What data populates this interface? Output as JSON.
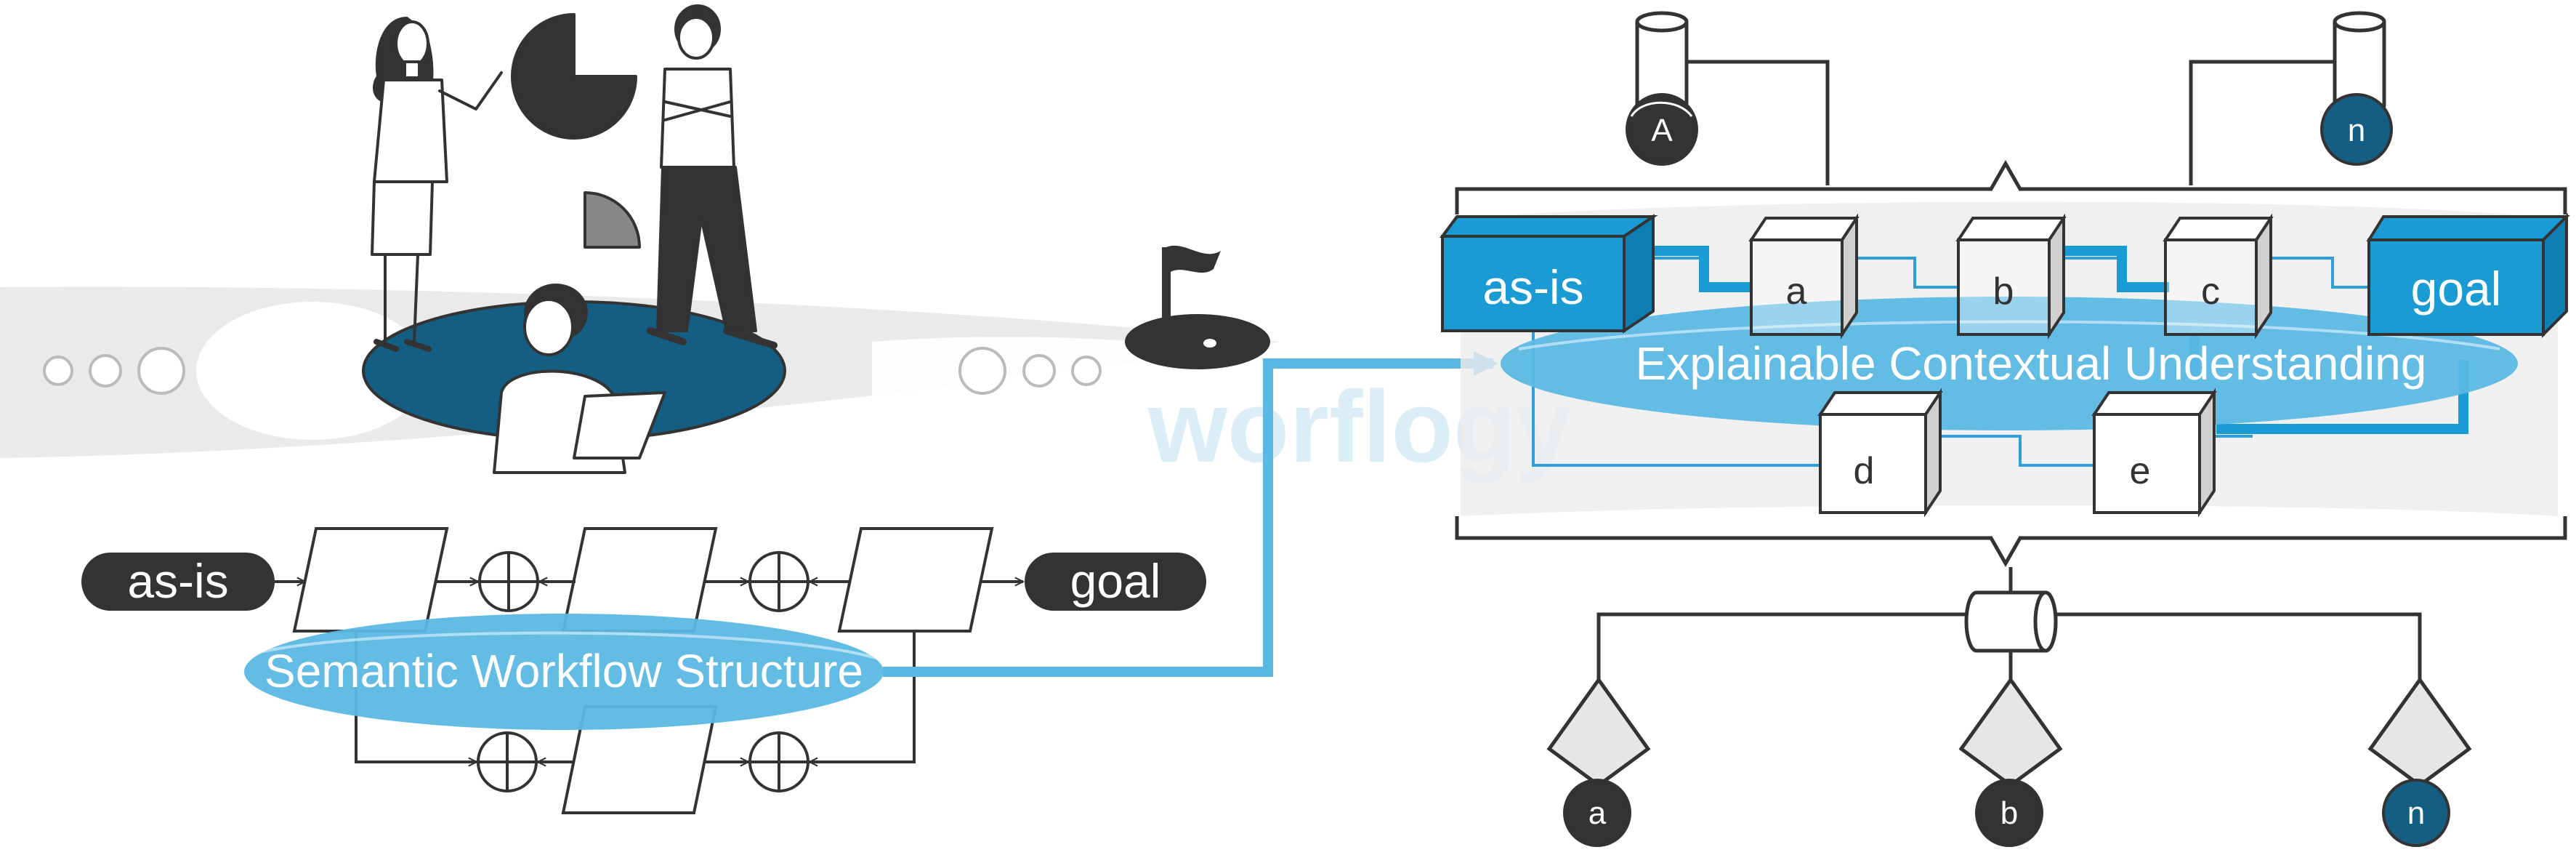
{
  "colors": {
    "dark": "#333333",
    "accent_blue": "#5bb8e3",
    "box_blue": "#1a9bd4",
    "node_teal": "#155e83",
    "gray": "#e6e6e6",
    "line_blue": "#2f9fd6"
  },
  "left": {
    "as_is_label": "as-is",
    "goal_label": "goal",
    "oval_label": "Semantic Workflow Structure"
  },
  "right": {
    "as_is_label": "as-is",
    "goal_label": "goal",
    "oval_label": "Explainable Contextual Understanding",
    "steps": [
      "a",
      "b",
      "c",
      "d",
      "e"
    ],
    "top_nodes": [
      "A",
      "n"
    ],
    "bottom_nodes": [
      "a",
      "b",
      "n"
    ]
  },
  "watermark": "worflogy",
  "icons": [
    "people-illustration-icon",
    "pie-chart-icon",
    "golf-flag-icon",
    "database-cylinder-icon"
  ]
}
